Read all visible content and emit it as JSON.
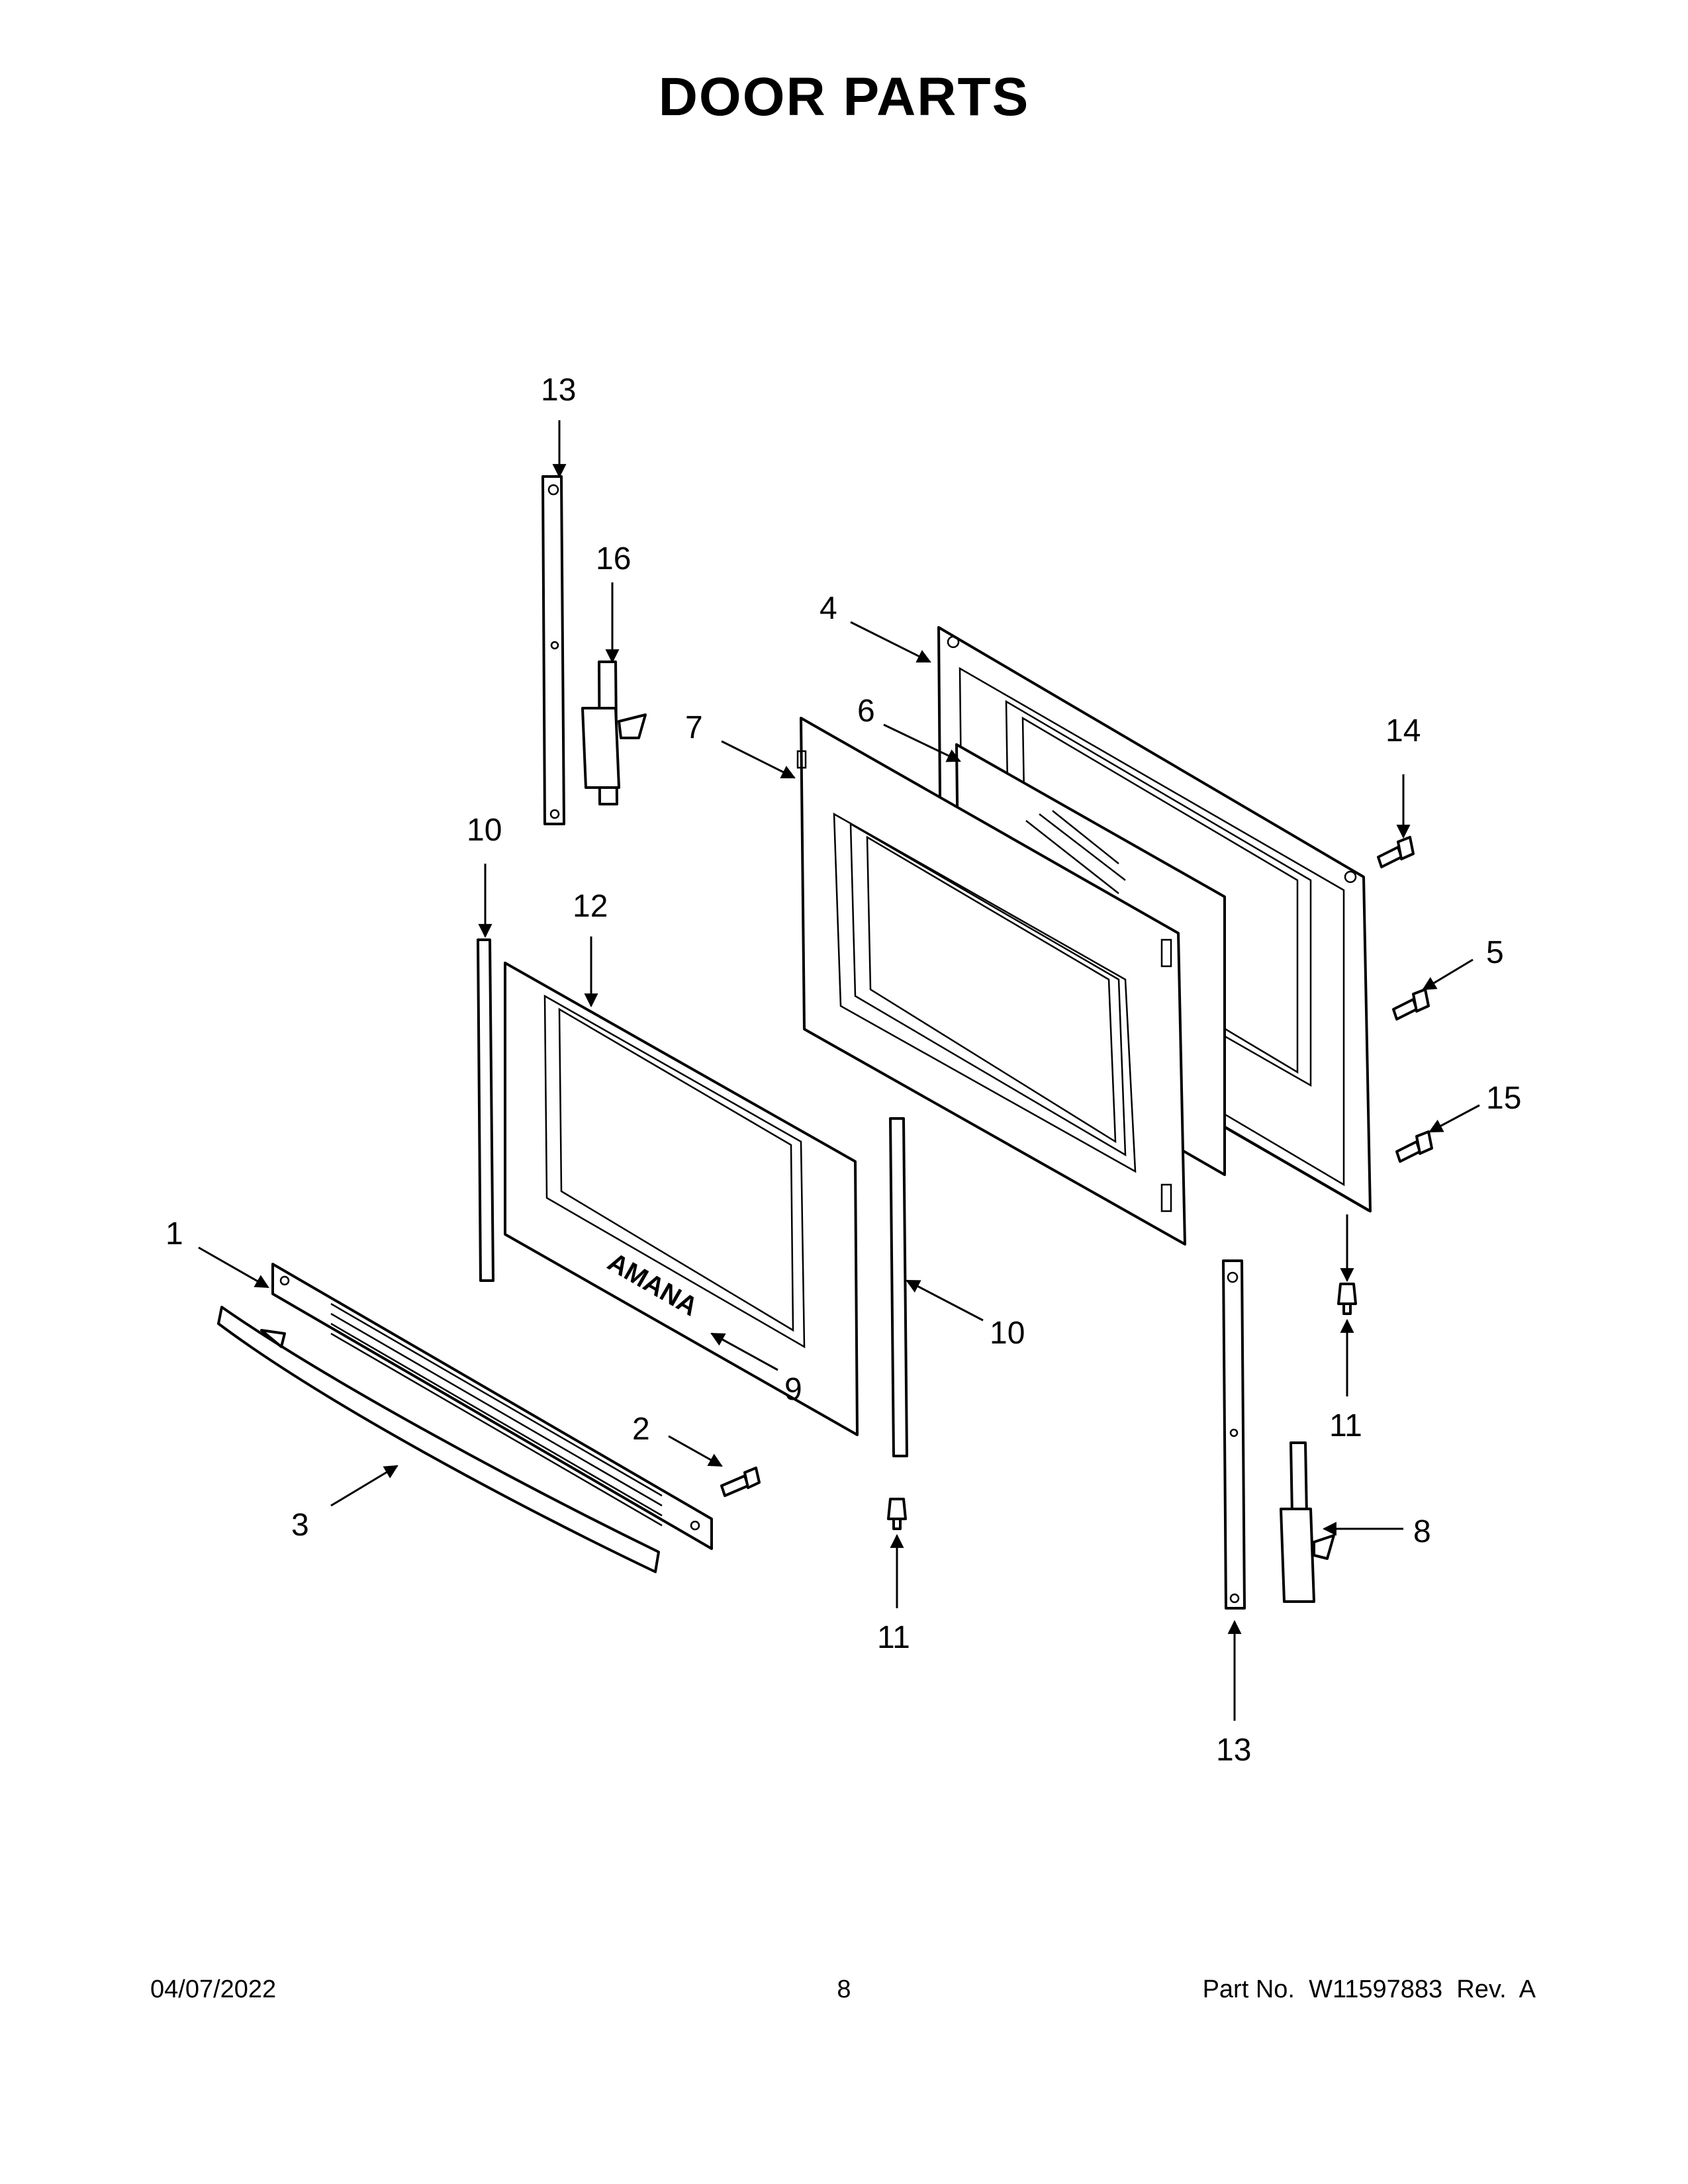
{
  "title": "DOOR PARTS",
  "footer": {
    "date": "04/07/2022",
    "page": "8",
    "part_number": "Part No.  W11597883  Rev.  A"
  },
  "callouts": {
    "c1": "1",
    "c2": "2",
    "c3": "3",
    "c4": "4",
    "c5": "5",
    "c6": "6",
    "c7": "7",
    "c8": "8",
    "c9": "9",
    "c10a": "10",
    "c10b": "10",
    "c11a": "11",
    "c11b": "11",
    "c12": "12",
    "c13a": "13",
    "c13b": "13",
    "c14": "14",
    "c15": "15",
    "c16": "16"
  },
  "brand_text": "AMANA"
}
